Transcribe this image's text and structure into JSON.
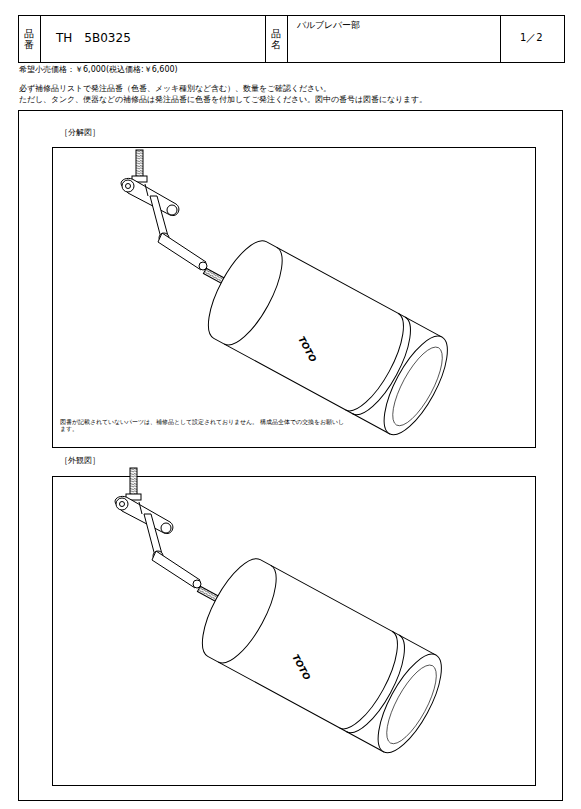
{
  "diagram": {
    "labels": [
      "品番",
      "TH　5B0325",
      "品名",
      "バルブレバー部",
      "1／2",
      "希望小売価格：￥6,000(税込価格:￥6,600)",
      "必ず補修品リストで発注品番（色番、メッキ種別など含む）、数量をご確認ください。",
      "ただし、タンク、便器などの補修品は発注品番に色番を付加してご発注ください。図中の番号は図番になります。",
      "［分解図］",
      "図番が記載されていないパーツは、補修品として設定されておりません。 構成品全体での交換をお願いします。",
      "TOTO",
      "［外観図］",
      "TOTO"
    ]
  }
}
